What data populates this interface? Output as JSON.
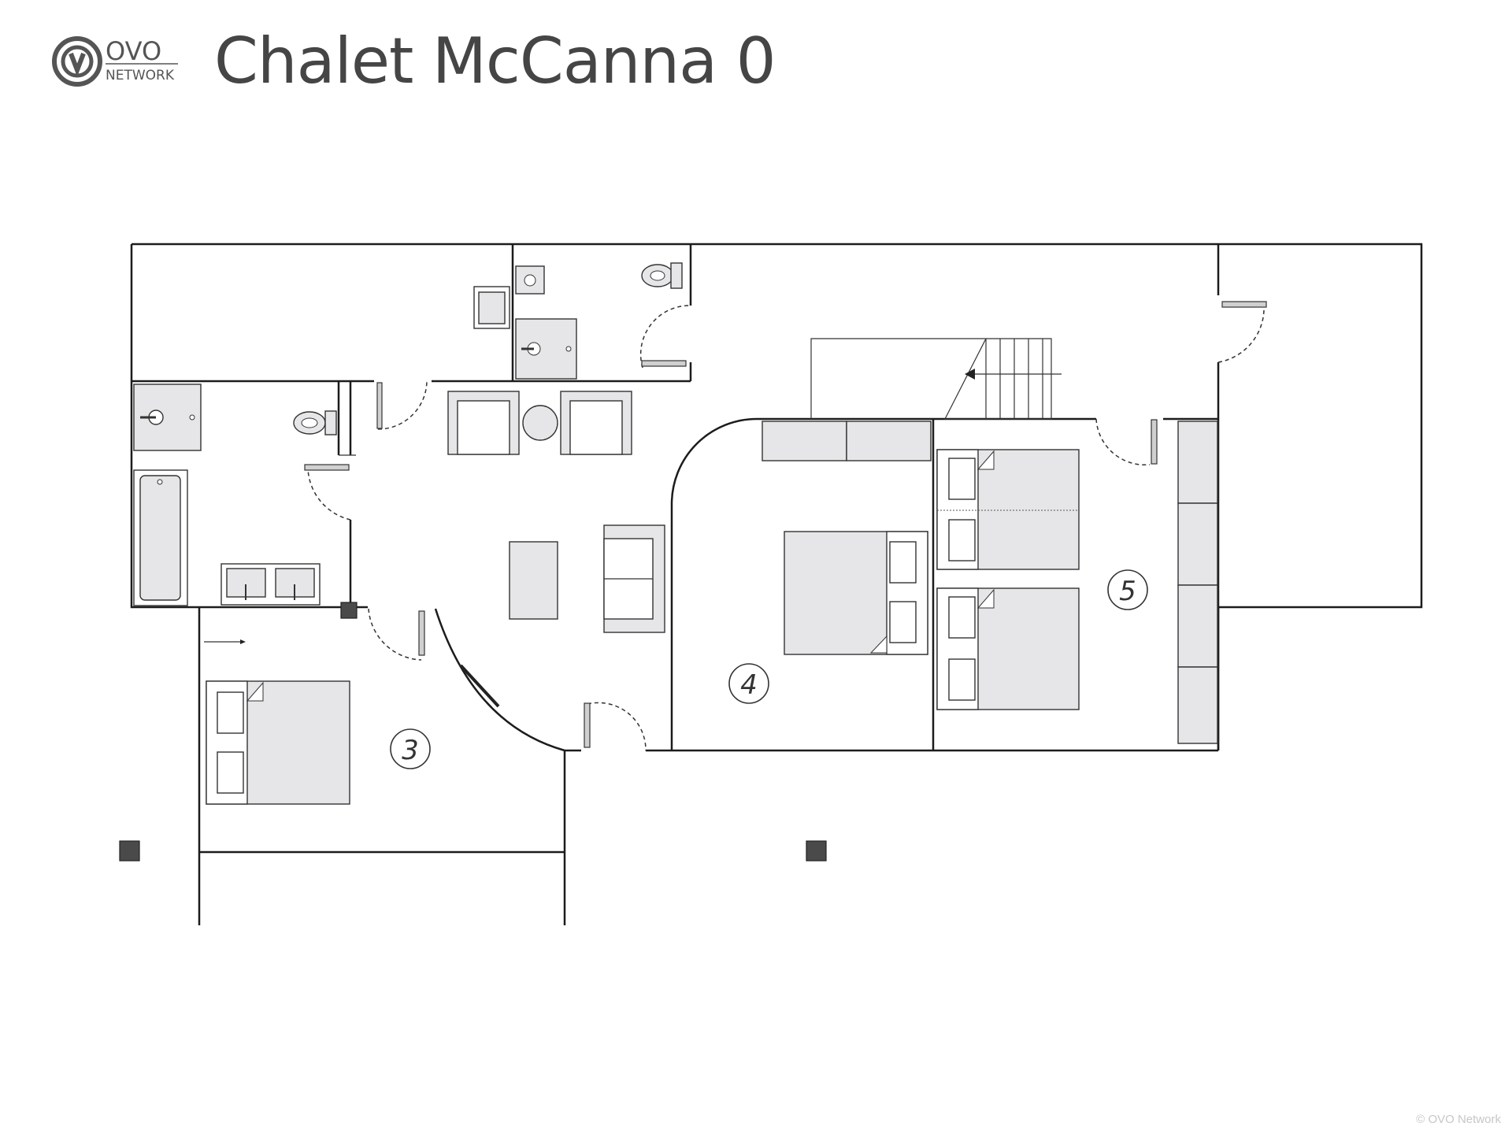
{
  "header": {
    "title": "Chalet McCanna 0",
    "logo": {
      "line1": "OVO",
      "line2": "NETWORK"
    }
  },
  "rooms": [
    {
      "label": "3"
    },
    {
      "label": "4"
    },
    {
      "label": "5"
    }
  ],
  "footer": {
    "copyright": "© OVO Network"
  }
}
